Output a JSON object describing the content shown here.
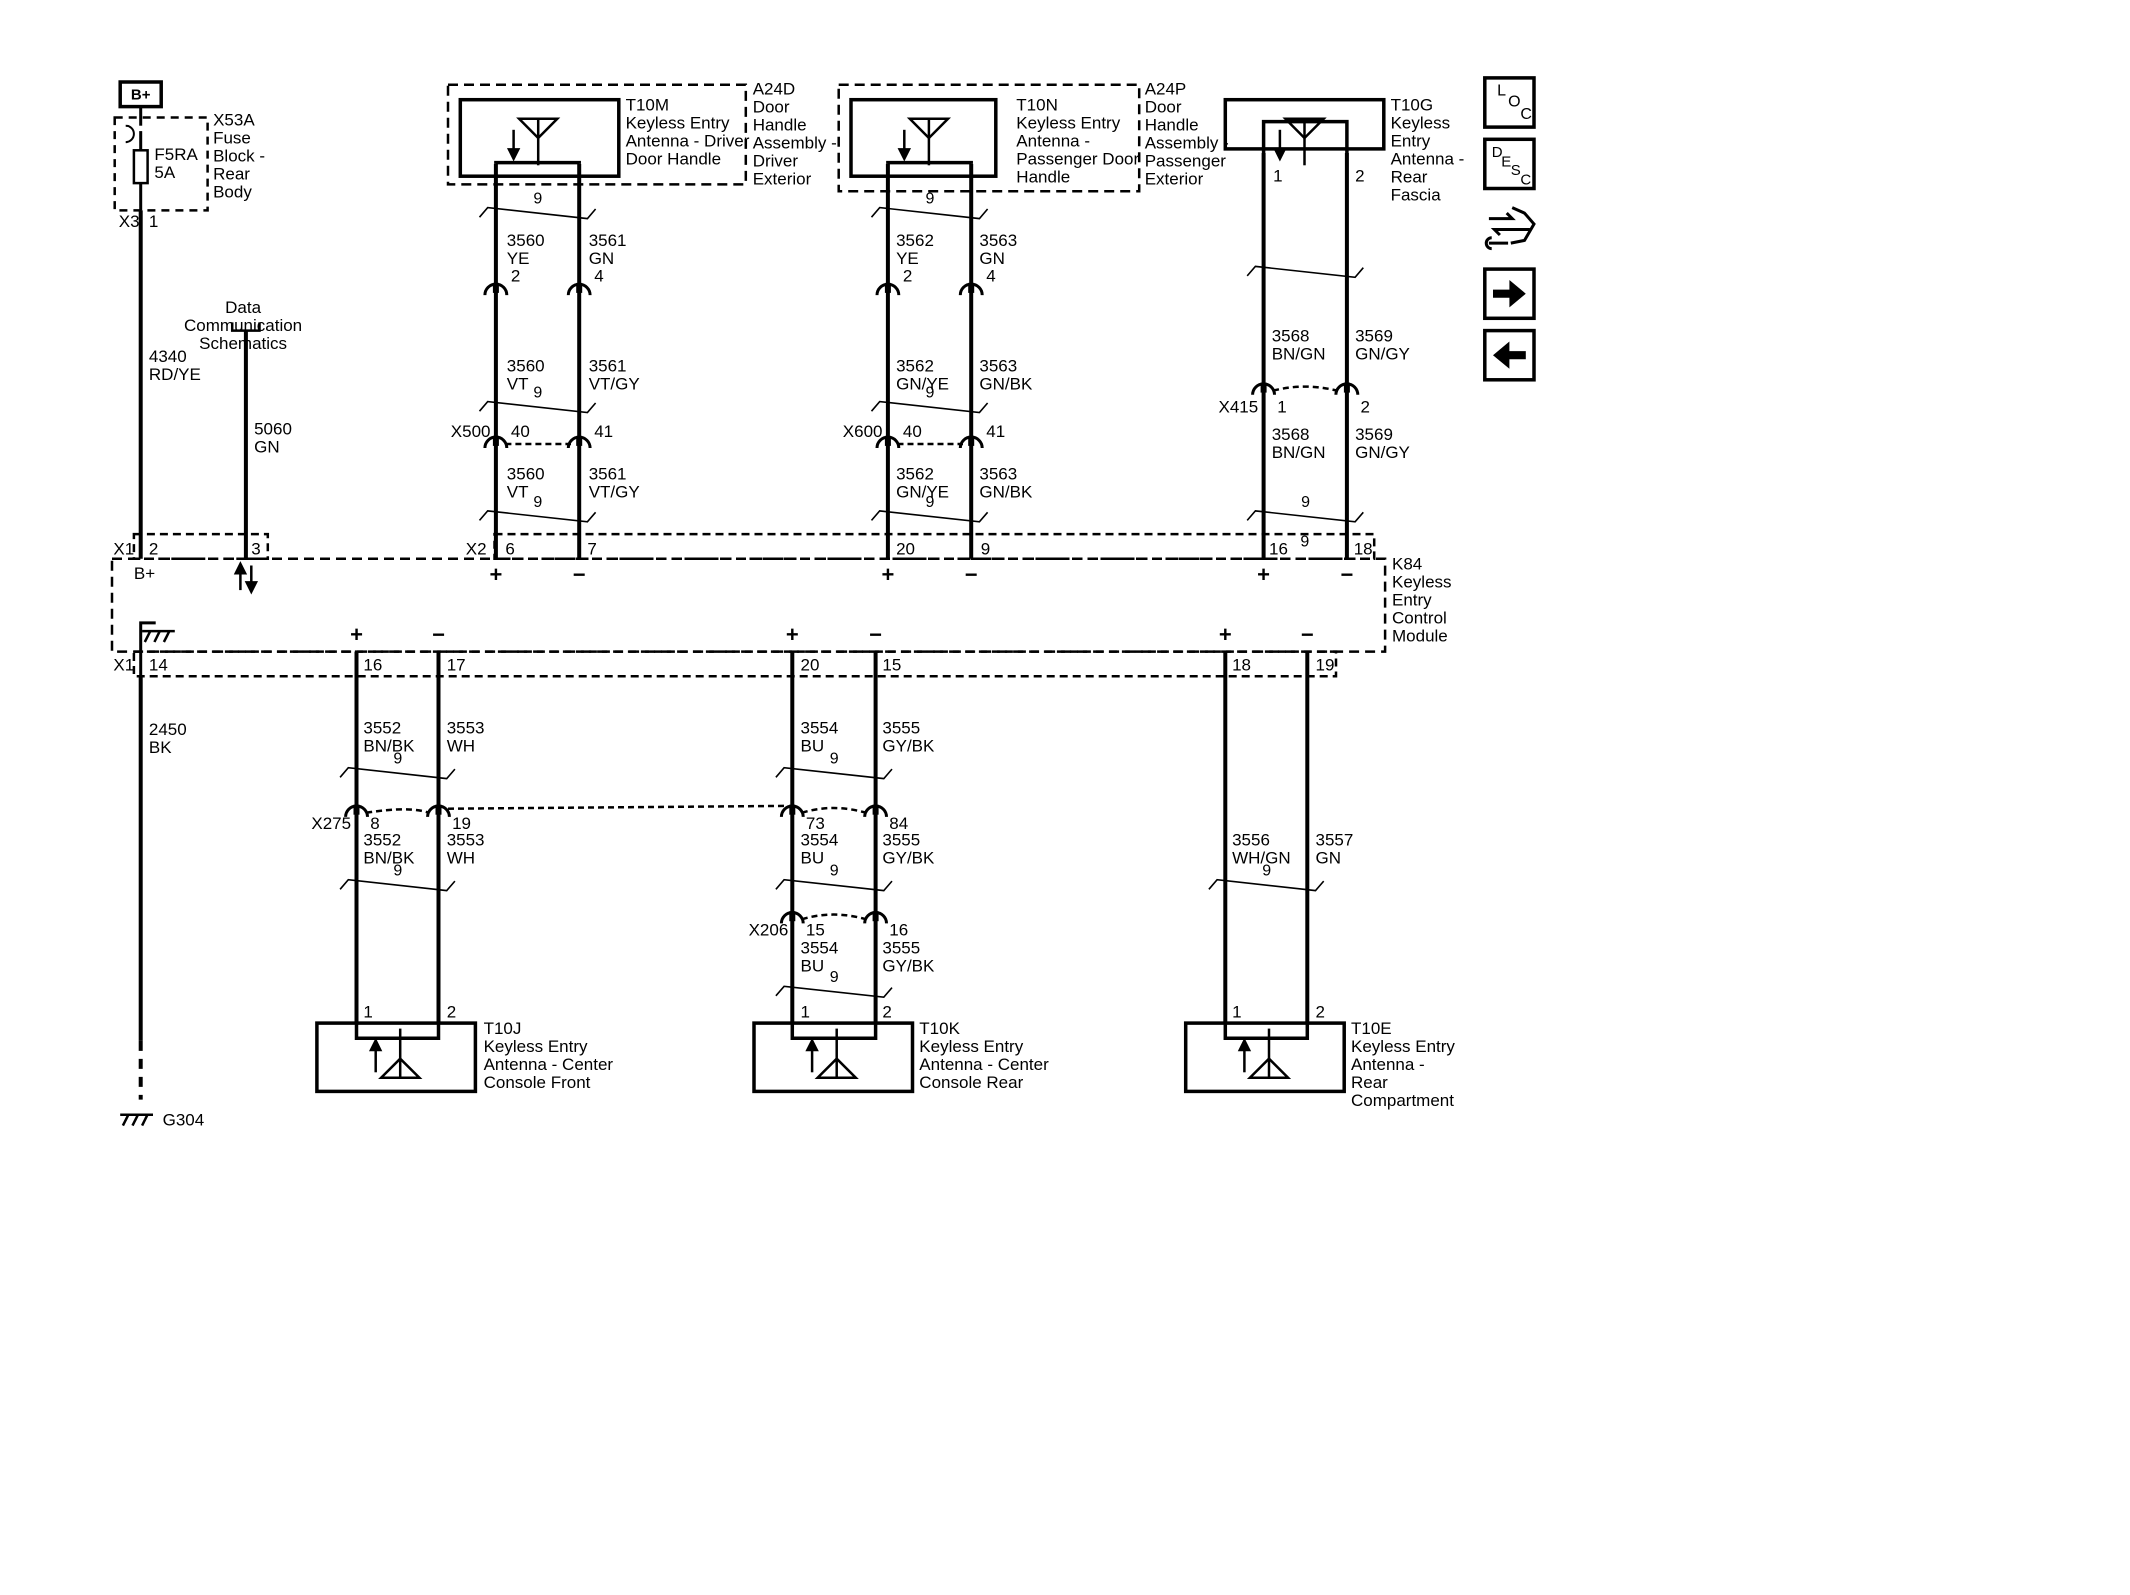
{
  "power": {
    "label": "B+"
  },
  "fuse_block": {
    "name": [
      "X53A",
      "Fuse",
      "Block -",
      "Rear",
      "Body"
    ],
    "fuse": [
      "F5RA",
      "5A"
    ],
    "conn": "X3",
    "pin": "1"
  },
  "dcs": {
    "label": [
      "Data",
      "Communication",
      "Schematics"
    ]
  },
  "wires": {
    "w4340": [
      "4340",
      "RD/YE"
    ],
    "w5060": [
      "5060",
      "GN"
    ],
    "w2450": [
      "2450",
      "BK"
    ],
    "d_top_a": [
      "3560",
      "YE"
    ],
    "d_top_b": [
      "3561",
      "GN"
    ],
    "d_mid_a": [
      "3560",
      "VT"
    ],
    "d_mid_b": [
      "3561",
      "VT/GY"
    ],
    "d_bot_a": [
      "3560",
      "VT"
    ],
    "d_bot_b": [
      "3561",
      "VT/GY"
    ],
    "p_top_a": [
      "3562",
      "YE"
    ],
    "p_top_b": [
      "3563",
      "GN"
    ],
    "p_mid_a": [
      "3562",
      "GN/YE"
    ],
    "p_mid_b": [
      "3563",
      "GN/BK"
    ],
    "p_bot_a": [
      "3562",
      "GN/YE"
    ],
    "p_bot_b": [
      "3563",
      "GN/BK"
    ],
    "r_top_a": [
      "3568",
      "BN/GN"
    ],
    "r_top_b": [
      "3569",
      "GN/GY"
    ],
    "r_bot_a": [
      "3568",
      "BN/GN"
    ],
    "r_bot_b": [
      "3569",
      "GN/GY"
    ],
    "cf_top_a": [
      "3552",
      "BN/BK"
    ],
    "cf_top_b": [
      "3553",
      "WH"
    ],
    "cf_bot_a": [
      "3552",
      "BN/BK"
    ],
    "cf_bot_b": [
      "3553",
      "WH"
    ],
    "cr_top_a": [
      "3554",
      "BU"
    ],
    "cr_top_b": [
      "3555",
      "GY/BK"
    ],
    "cr_mid_a": [
      "3554",
      "BU"
    ],
    "cr_mid_b": [
      "3555",
      "GY/BK"
    ],
    "cr_bot_a": [
      "3554",
      "BU"
    ],
    "cr_bot_b": [
      "3555",
      "GY/BK"
    ],
    "rc_a": [
      "3556",
      "WH/GN"
    ],
    "rc_b": [
      "3557",
      "GN"
    ]
  },
  "twist_label": "9",
  "components": {
    "t10m": [
      "T10M",
      "Keyless Entry",
      "Antenna - Driver",
      "Door Handle"
    ],
    "a24d": [
      "A24D",
      "Door",
      "Handle",
      "Assembly -",
      "Driver",
      "Exterior"
    ],
    "t10n": [
      "T10N",
      "Keyless Entry",
      "Antenna -",
      "Passenger Door",
      "Handle"
    ],
    "a24p": [
      "A24P",
      "Door",
      "Handle",
      "Assembly -",
      "Passenger",
      "Exterior"
    ],
    "t10g": [
      "T10G",
      "Keyless",
      "Entry",
      "Antenna -",
      "Rear",
      "Fascia"
    ],
    "k84": [
      "K84",
      "Keyless",
      "Entry",
      "Control",
      "Module"
    ],
    "t10j": [
      "T10J",
      "Keyless Entry",
      "Antenna - Center",
      "Console Front"
    ],
    "t10k": [
      "T10K",
      "Keyless Entry",
      "Antenna - Center",
      "Console Rear"
    ],
    "t10e": [
      "T10E",
      "Keyless Entry",
      "Antenna -",
      "Rear",
      "Compartment"
    ],
    "g304": "G304"
  },
  "connectors": {
    "x500": "X500",
    "x600": "X600",
    "x415": "X415",
    "x275": "X275",
    "x206": "X206",
    "x1": "X1",
    "x2": "X2"
  },
  "pins": {
    "t10m": [
      "2",
      "4"
    ],
    "x500": [
      "40",
      "41"
    ],
    "x2_drv": [
      "6",
      "7"
    ],
    "t10n": [
      "2",
      "4"
    ],
    "x600": [
      "40",
      "41"
    ],
    "x2_pas": [
      "20",
      "9"
    ],
    "t10g": [
      "1",
      "2"
    ],
    "x415": [
      "1",
      "2"
    ],
    "x2_rear": [
      "16",
      "18"
    ],
    "x1_top": [
      "2",
      "3"
    ],
    "x1_bot": "14",
    "x1_cf": [
      "16",
      "17"
    ],
    "x1_cr": [
      "20",
      "15"
    ],
    "x1_rc": [
      "18",
      "19"
    ],
    "x275_cf": [
      "8",
      "19"
    ],
    "x275_cr": [
      "73",
      "84"
    ],
    "x206": [
      "15",
      "16"
    ],
    "t10j": [
      "1",
      "2"
    ],
    "t10k": [
      "1",
      "2"
    ],
    "t10e": [
      "1",
      "2"
    ]
  },
  "module": {
    "bplus": "B+",
    "plus": "+",
    "minus": "−"
  },
  "nav": {
    "loc": [
      "L",
      "O",
      "C"
    ],
    "desc": [
      "D",
      "E",
      "S",
      "C"
    ],
    "forward": "→",
    "back": "←"
  }
}
